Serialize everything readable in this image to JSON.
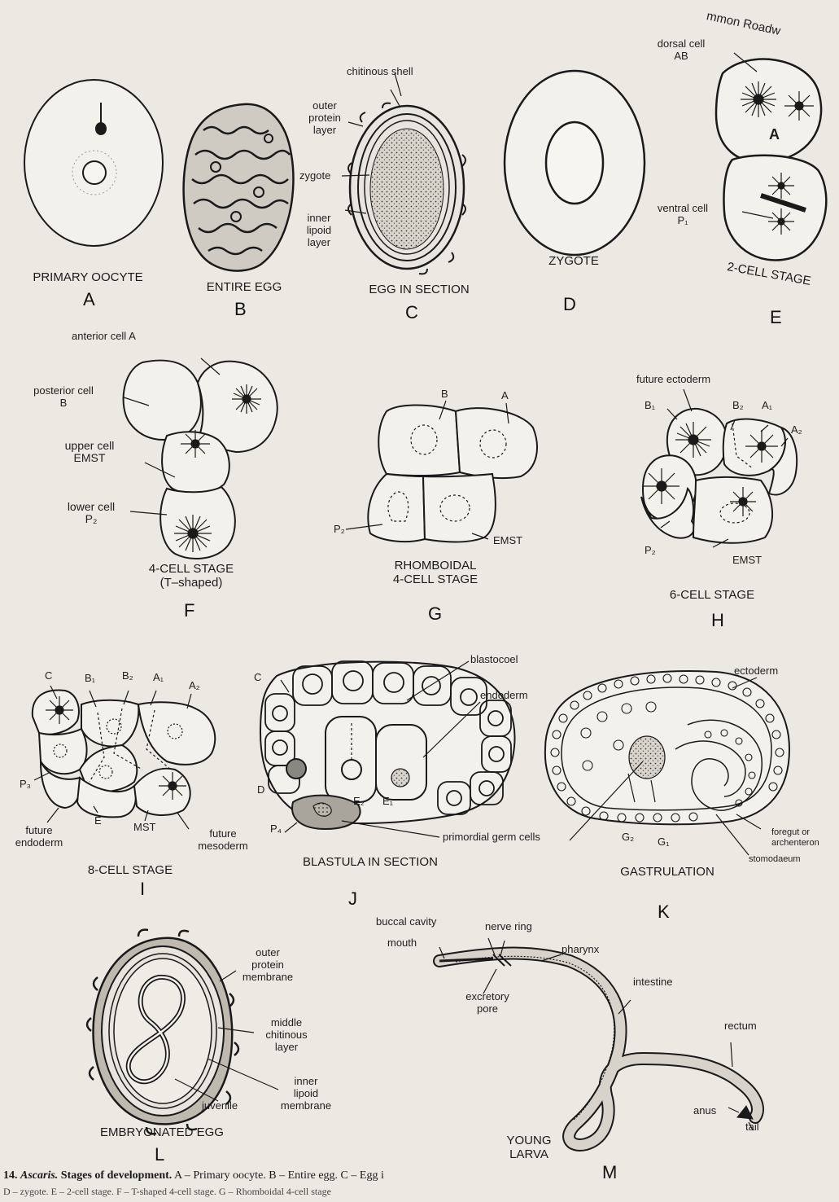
{
  "header_fragment": "mmon Roadw",
  "panels": {
    "A": {
      "letter": "A",
      "caption": "PRIMARY OOCYTE"
    },
    "B": {
      "letter": "B",
      "caption": "ENTIRE EGG"
    },
    "C": {
      "letter": "C",
      "caption": "EGG IN SECTION",
      "labels": {
        "chitinous_shell": "chitinous shell",
        "outer_protein": "outer\nprotein\nlayer",
        "zygote": "zygote",
        "inner_lipoid": "inner\nlipoid\nlayer"
      }
    },
    "D": {
      "letter": "D",
      "caption": "ZYGOTE"
    },
    "E": {
      "letter": "E",
      "caption": "2-CELL STAGE",
      "labels": {
        "dorsal": "dorsal cell\nAB",
        "ventral": "ventral cell\nP₁",
        "mark": "A"
      }
    },
    "F": {
      "letter": "F",
      "caption": "4-CELL STAGE\n(T–shaped)",
      "labels": {
        "anterior": "anterior cell  A",
        "posterior": "posterior cell\nB",
        "upper": "upper cell\nEMST",
        "lower": "lower cell\nP₂"
      }
    },
    "G": {
      "letter": "G",
      "caption": "RHOMBOIDAL\n4-CELL STAGE",
      "labels": {
        "B": "B",
        "A": "A",
        "P2": "P₂",
        "EMST": "EMST"
      }
    },
    "H": {
      "letter": "H",
      "caption": "6-CELL STAGE",
      "labels": {
        "future_ectoderm": "future ectoderm",
        "B1": "B₁",
        "B2": "B₂",
        "A1": "A₁",
        "A2": "A₂",
        "P2": "P₂",
        "EMST": "EMST"
      }
    },
    "I": {
      "letter": "I",
      "caption": "8-CELL STAGE",
      "labels": {
        "C": "C",
        "B1": "B₁",
        "B2": "B₂",
        "A1": "A₁",
        "A2": "A₂",
        "P3": "P₃",
        "E": "E",
        "MST": "MST",
        "future_endoderm": "future\nendoderm",
        "future_mesoderm": "future\nmesoderm"
      }
    },
    "J": {
      "letter": "J",
      "caption": "BLASTULA IN SECTION",
      "labels": {
        "C": "C",
        "D": "D",
        "P4": "P₄",
        "E2": "E₂",
        "E1": "E₁",
        "blastocoel": "blastocoel",
        "endoderm": "endoderm",
        "primordial": "primordial germ cells"
      }
    },
    "K": {
      "letter": "K",
      "caption": "GASTRULATION",
      "labels": {
        "ectoderm": "ectoderm",
        "foregut": "foregut or\narchenteron",
        "stomodaeum": "stomodaeum",
        "G2": "G₂",
        "G1": "G₁"
      }
    },
    "L": {
      "letter": "L",
      "caption": "EMBRYONATED EGG",
      "labels": {
        "outer": "outer\nprotein\nmembrane",
        "middle": "middle\nchitinous\nlayer",
        "inner": "inner\nlipoid\nmembrane",
        "juvenile": "juvenile"
      }
    },
    "M": {
      "letter": "M",
      "caption": "YOUNG\nLARVA",
      "labels": {
        "buccal": "buccal cavity",
        "mouth": "mouth",
        "nerve": "nerve ring",
        "pharynx": "pharynx",
        "excretory": "excretory\npore",
        "intestine": "intestine",
        "rectum": "rectum",
        "anus": "anus",
        "tail": "tail"
      }
    }
  },
  "footer": {
    "num": "14.",
    "genus": "Ascaris.",
    "title": "Stages of development.",
    "line1_rest": "A – Primary oocyte. B – Entire egg. C – Egg i",
    "line2": "D – zygote. E – 2-cell stage. F – T-shaped 4-cell stage. G – Rhomboidal 4-cell stage"
  },
  "colors": {
    "paper": "#ece9e2",
    "ink": "#1a1a1a",
    "shade": "#8a8780",
    "dark": "#2b2b2b"
  }
}
